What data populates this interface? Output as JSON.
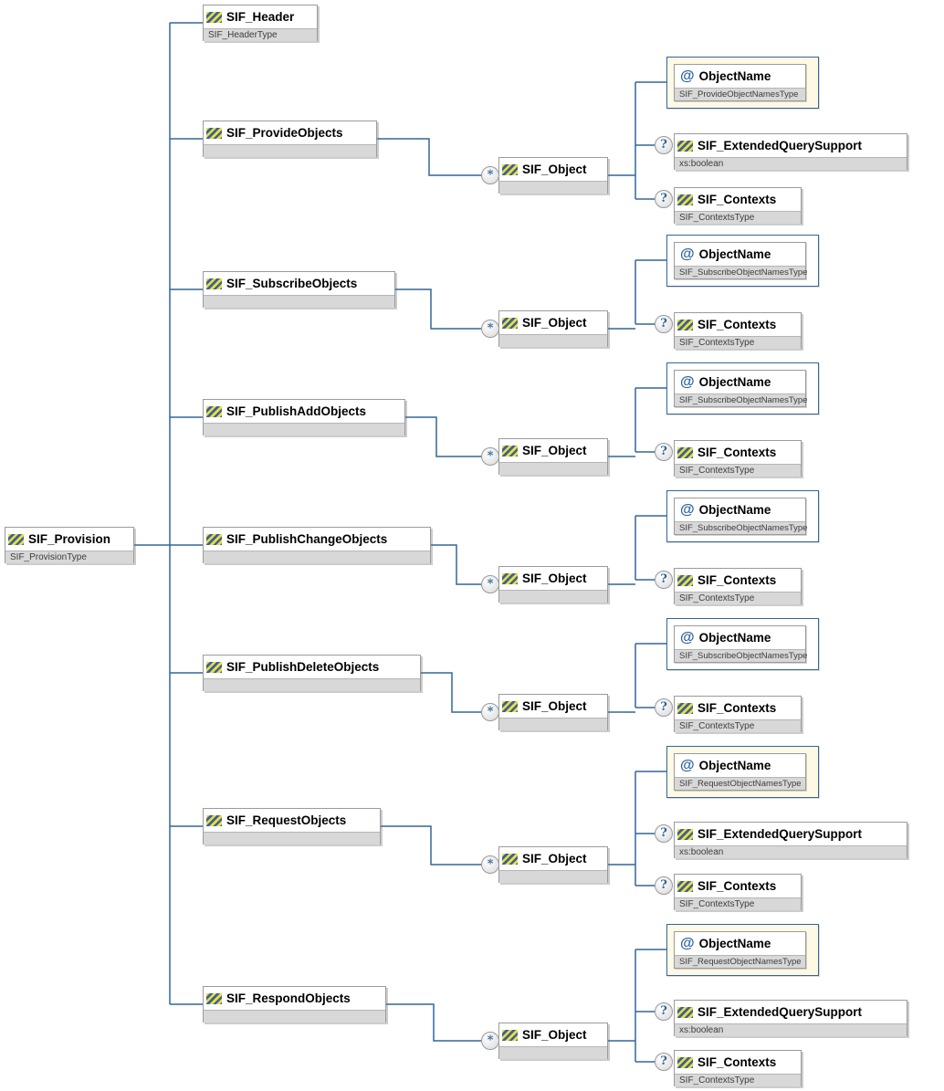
{
  "diagram": {
    "root": {
      "label": "SIF_Provision",
      "subtitle": "SIF_ProvisionType"
    },
    "header": {
      "label": "SIF_Header",
      "subtitle": "SIF_HeaderType"
    },
    "groups": [
      {
        "label": "SIF_ProvideObjects",
        "object": {
          "label": "SIF_Object",
          "occurrence_marker": "*"
        },
        "attribute": {
          "marker": "@",
          "label": "ObjectName",
          "type": "SIF_ProvideObjectNamesType"
        },
        "extended_query": {
          "marker": "?",
          "label": "SIF_ExtendedQuerySupport",
          "type": "xs:boolean"
        },
        "contexts": {
          "marker": "?",
          "label": "SIF_Contexts",
          "type": "SIF_ContextsType"
        }
      },
      {
        "label": "SIF_SubscribeObjects",
        "object": {
          "label": "SIF_Object",
          "occurrence_marker": "*"
        },
        "attribute": {
          "marker": "@",
          "label": "ObjectName",
          "type": "SIF_SubscribeObjectNamesType"
        },
        "contexts": {
          "marker": "?",
          "label": "SIF_Contexts",
          "type": "SIF_ContextsType"
        }
      },
      {
        "label": "SIF_PublishAddObjects",
        "object": {
          "label": "SIF_Object",
          "occurrence_marker": "*"
        },
        "attribute": {
          "marker": "@",
          "label": "ObjectName",
          "type": "SIF_SubscribeObjectNamesType"
        },
        "contexts": {
          "marker": "?",
          "label": "SIF_Contexts",
          "type": "SIF_ContextsType"
        }
      },
      {
        "label": "SIF_PublishChangeObjects",
        "object": {
          "label": "SIF_Object",
          "occurrence_marker": "*"
        },
        "attribute": {
          "marker": "@",
          "label": "ObjectName",
          "type": "SIF_SubscribeObjectNamesType"
        },
        "contexts": {
          "marker": "?",
          "label": "SIF_Contexts",
          "type": "SIF_ContextsType"
        }
      },
      {
        "label": "SIF_PublishDeleteObjects",
        "object": {
          "label": "SIF_Object",
          "occurrence_marker": "*"
        },
        "attribute": {
          "marker": "@",
          "label": "ObjectName",
          "type": "SIF_SubscribeObjectNamesType"
        },
        "contexts": {
          "marker": "?",
          "label": "SIF_Contexts",
          "type": "SIF_ContextsType"
        }
      },
      {
        "label": "SIF_RequestObjects",
        "object": {
          "label": "SIF_Object",
          "occurrence_marker": "*"
        },
        "attribute": {
          "marker": "@",
          "label": "ObjectName",
          "type": "SIF_RequestObjectNamesType"
        },
        "extended_query": {
          "marker": "?",
          "label": "SIF_ExtendedQuerySupport",
          "type": "xs:boolean"
        },
        "contexts": {
          "marker": "?",
          "label": "SIF_Contexts",
          "type": "SIF_ContextsType"
        }
      },
      {
        "label": "SIF_RespondObjects",
        "object": {
          "label": "SIF_Object",
          "occurrence_marker": "*"
        },
        "attribute": {
          "marker": "@",
          "label": "ObjectName",
          "type": "SIF_RequestObjectNamesType"
        },
        "extended_query": {
          "marker": "?",
          "label": "SIF_ExtendedQuerySupport",
          "type": "xs:boolean"
        },
        "contexts": {
          "marker": "?",
          "label": "SIF_Contexts",
          "type": "SIF_ContextsType"
        }
      }
    ],
    "icons": {
      "element": "blue-yellow-striped-element-icon",
      "attribute": "@",
      "optional": "?",
      "repeating": "*"
    },
    "colors": {
      "connector": "#336699",
      "attribute_border": "#336699",
      "attribute_container_fill": "#fdf9e4",
      "subtitle_band": "#d8d8d8",
      "icon_blue": "#37649b",
      "icon_yellow": "#f0dc3c"
    }
  }
}
